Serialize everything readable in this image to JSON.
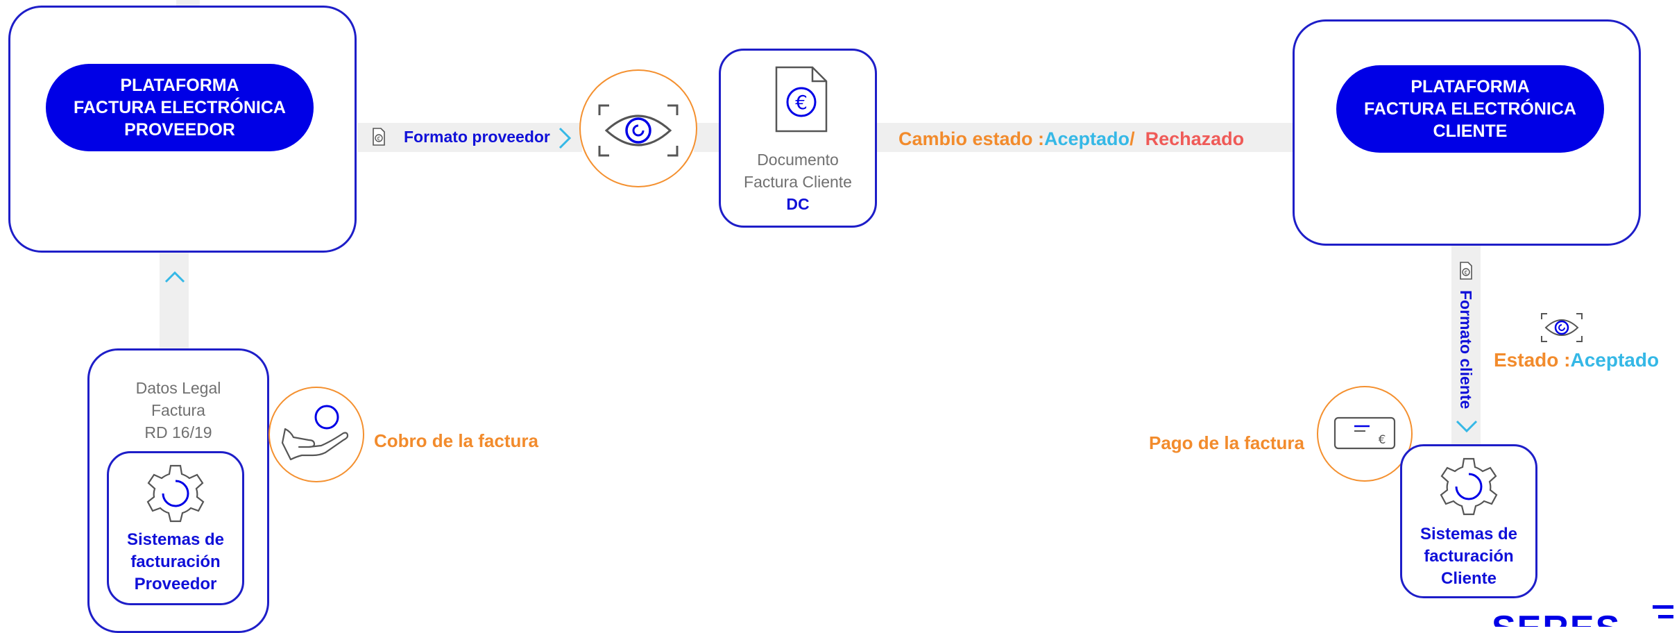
{
  "provider_platform": {
    "lines": [
      "PLATAFORMA",
      "FACTURA ELECTRÓNICA",
      "PROVEEDOR"
    ]
  },
  "client_platform": {
    "lines": [
      "PLATAFORMA",
      "FACTURA ELECTRÓNICA",
      "CLIENTE"
    ]
  },
  "flows": {
    "formato_proveedor": "Formato proveedor",
    "cambio_estado_prefix": "Cambio estado :",
    "aceptado": "Aceptado",
    "slash": "/",
    "rechazado": "Rechazado",
    "formato_cliente": "Formato cliente",
    "estado_prefix": "Estado :",
    "estado_aceptado": "Aceptado",
    "cobro": "Cobro de la factura",
    "pago": "Pago de la factura"
  },
  "document": {
    "line1": "Documento",
    "line2": "Factura Cliente",
    "code": "DC"
  },
  "provider_side": {
    "legal_lines": [
      "Datos Legal",
      "Factura",
      "RD 16/19"
    ],
    "system_lines": [
      "Sistemas de",
      "facturación",
      "Proveedor"
    ]
  },
  "client_side": {
    "system_lines": [
      "Sistemas de",
      "facturación",
      "Cliente"
    ]
  },
  "brand": {
    "logo_text": "SERES"
  },
  "colors": {
    "primary_blue": "#0000e6",
    "border_blue": "#1e1ec8",
    "orange": "#f28b2c",
    "cyan": "#35b8e6",
    "red": "#ef5a57",
    "band_grey": "#efefef"
  }
}
